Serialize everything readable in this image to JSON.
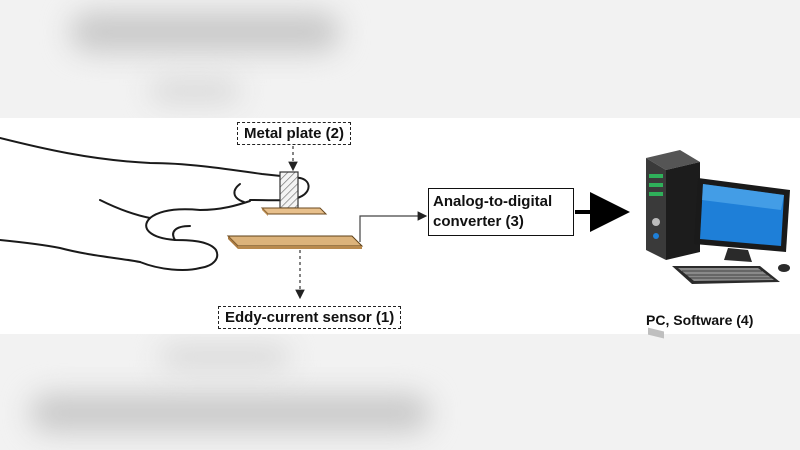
{
  "labels": {
    "metal_plate": "Metal plate (2)",
    "eddy_sensor": "Eddy-current sensor (1)",
    "adc_line1": "Analog-to-digital",
    "adc_line2": "converter (3)",
    "pc": "PC, Software (4)"
  },
  "colors": {
    "plate_wood": "#d9b27c",
    "monitor_blue": "#1e7fd8",
    "tower_dark": "#2b2b2b"
  }
}
